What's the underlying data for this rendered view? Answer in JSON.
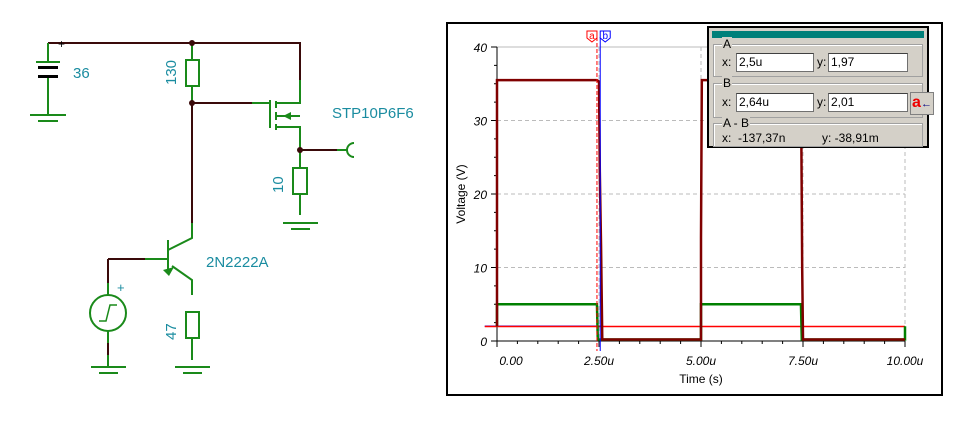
{
  "schematic": {
    "battery_label": "36",
    "battery_plus": "+",
    "r1_label": "130",
    "r2_label": "10",
    "r3_label": "47",
    "mosfet_label": "STP10P6F6",
    "bjt_label": "2N2222A",
    "source_plus": "+"
  },
  "cursor_panel": {
    "a_title": "A",
    "a_x_label": "x:",
    "a_x": "2,5u",
    "a_y_label": "y:",
    "a_y": "1,97",
    "b_title": "B",
    "b_x_label": "x:",
    "b_x": "2,64u",
    "b_y_label": "y:",
    "b_y": "2,01",
    "swap_button": "a",
    "swap_arrow": "←",
    "diff_title": "A - B",
    "diff_x": "x:  -137,37n",
    "diff_y": "y: -38,91m"
  },
  "colors": {
    "output": "#800000",
    "input": "#008000",
    "cursor_a": "#ff0000",
    "cursor_b": "#0000ff",
    "wire": "#3a0a0a",
    "comp": "#1a8a1a",
    "label": "#1a8ca0"
  },
  "chart_data": {
    "type": "line",
    "xlabel": "Time (s)",
    "ylabel": "Voltage (V)",
    "xlim": [
      0,
      10
    ],
    "ylim": [
      0,
      40
    ],
    "x_ticks": [
      0,
      2.5,
      5,
      7.5,
      10
    ],
    "x_tick_labels": [
      "0.00",
      "2.50u",
      "5.00u",
      "7.50u",
      "10.00u"
    ],
    "y_ticks": [
      0,
      10,
      20,
      30,
      40
    ],
    "y_tick_labels": [
      "0",
      "10",
      "20",
      "30",
      "40"
    ],
    "grid": true,
    "cursors": [
      {
        "name": "a",
        "x": 2.45,
        "label": "a"
      },
      {
        "name": "b",
        "x": 2.53,
        "label": "b"
      }
    ],
    "series": [
      {
        "name": "output",
        "color": "#800000",
        "x": [
          0,
          0,
          2.45,
          2.5,
          2.52,
          2.55,
          2.58,
          5.0,
          5.0,
          5.02,
          7.45,
          7.48,
          7.5,
          10
        ],
        "y": [
          2,
          35.5,
          35.5,
          35.3,
          23,
          13,
          0.2,
          0.2,
          14,
          35.5,
          35.5,
          10,
          0.2,
          0.2
        ]
      },
      {
        "name": "input",
        "color": "#008000",
        "x": [
          0,
          0,
          2.45,
          2.47,
          2.52,
          5.0,
          5.0,
          7.45,
          7.47,
          7.5,
          10,
          10
        ],
        "y": [
          2,
          5,
          5,
          0.2,
          0.2,
          0.2,
          5,
          5,
          0.2,
          0.2,
          0.2,
          2
        ]
      },
      {
        "name": "ref_a",
        "color": "#ff0000",
        "x": [
          -0.3,
          10
        ],
        "y": [
          1.97,
          1.97
        ]
      },
      {
        "name": "ref_b",
        "color": "#0000ff",
        "x": [
          -0.3,
          2.6
        ],
        "y": [
          2.01,
          2.01
        ]
      }
    ]
  }
}
